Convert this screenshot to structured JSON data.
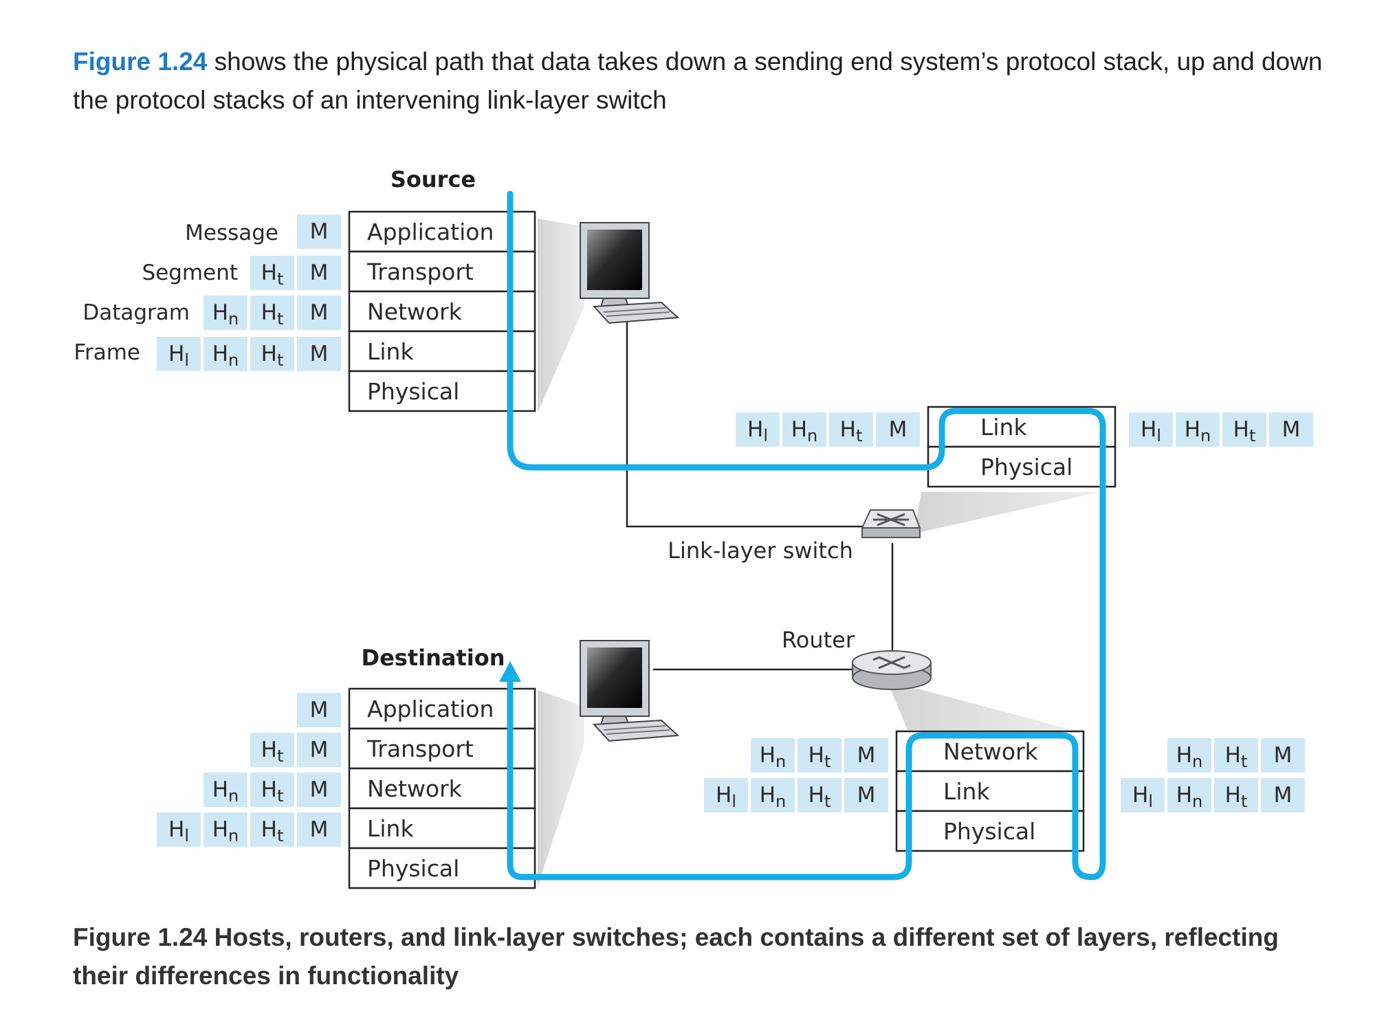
{
  "intro": {
    "figure_ref": "Figure 1.24",
    "text": " shows the physical path that data takes down a sending end system’s protocol stack, up and down the protocol stacks of an intervening link-layer switch"
  },
  "caption": "Figure 1.24 Hosts, routers, and link-layer switches; each contains a different set of layers, reflecting their differences in functionality",
  "diagram": {
    "source_title": "Source",
    "destination_title": "Destination",
    "host_layers": [
      "Application",
      "Transport",
      "Network",
      "Link",
      "Physical"
    ],
    "switch_layers": [
      "Link",
      "Physical"
    ],
    "router_layers": [
      "Network",
      "Link",
      "Physical"
    ],
    "pdu_labels": [
      "Message",
      "Segment",
      "Datagram",
      "Frame"
    ],
    "switch_label": "Link-layer switch",
    "router_label": "Router",
    "headers": {
      "message": "M",
      "transport": "H",
      "transport_sub": "t",
      "network": "H",
      "network_sub": "n",
      "link": "H",
      "link_sub": "l"
    },
    "colors": {
      "data_path": "#15aee8",
      "header_cell": "#cfe8f5",
      "figure_ref": "#1f7bc1"
    },
    "icons": [
      "computer-icon",
      "switch-icon",
      "router-icon"
    ]
  }
}
